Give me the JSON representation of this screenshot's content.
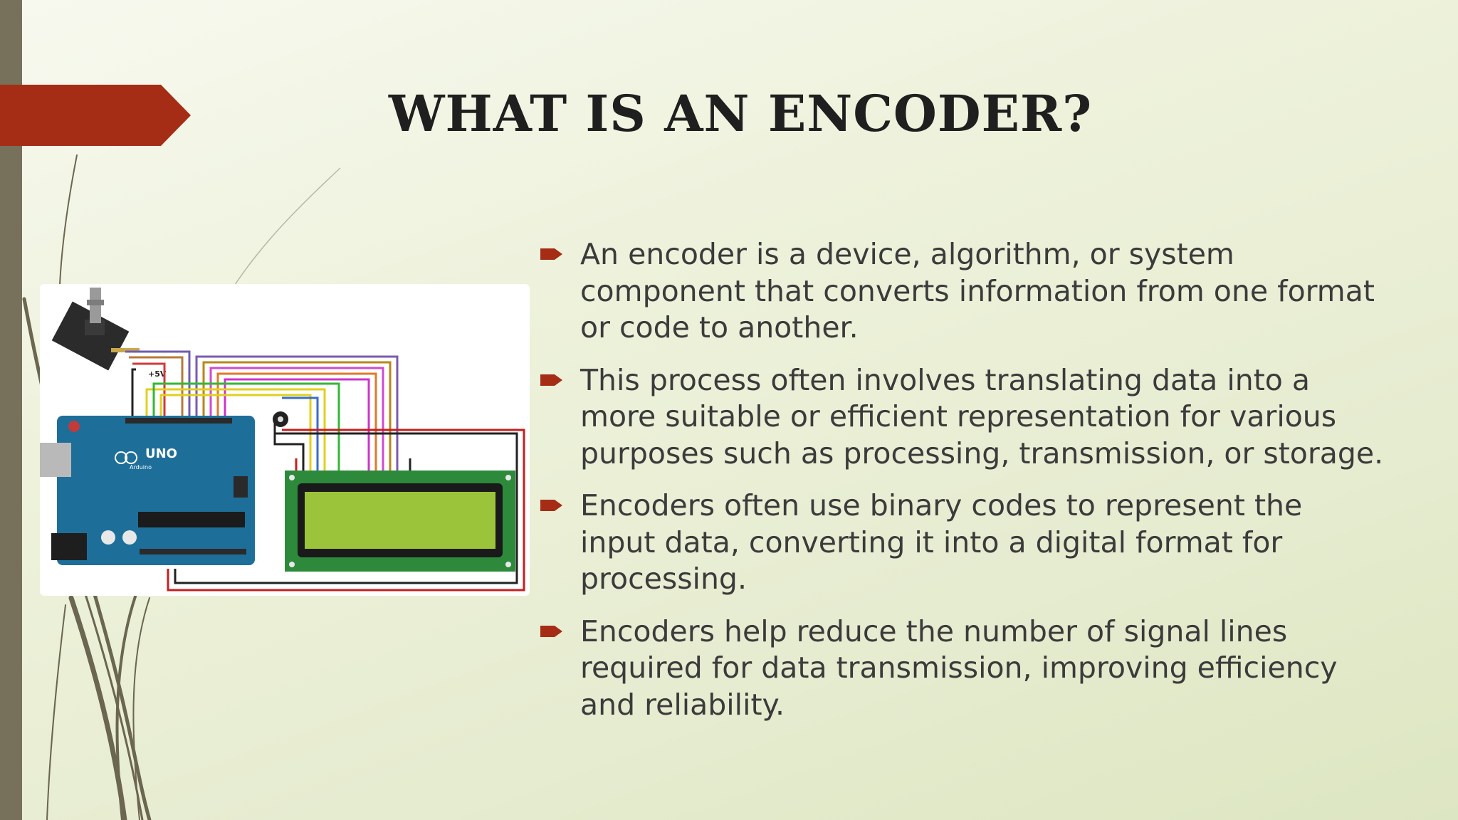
{
  "slide": {
    "title": "What is an Encoder?",
    "bullets": [
      "An encoder is a device, algorithm, or system component that converts information from one format or code to another.",
      "This process often involves translating data into a more suitable or efficient representation for various purposes such as processing, transmission, or storage.",
      "Encoders often use binary codes to represent the input data, converting it into a digital format for processing.",
      "Encoders help reduce the number of signal lines required for data transmission, improving efficiency and reliability."
    ]
  },
  "illustration": {
    "voltage_label": "+5V",
    "board_logo": "UNO",
    "board_brand": "Arduino"
  },
  "colors": {
    "accent": "#a52d16",
    "left_bar": "#77705a",
    "board": "#1d6f9a",
    "lcd_pcb": "#2c8a3a",
    "lcd_screen": "#9cc43a",
    "title_text": "#1f1f1f",
    "body_text": "#3b3b3b"
  }
}
